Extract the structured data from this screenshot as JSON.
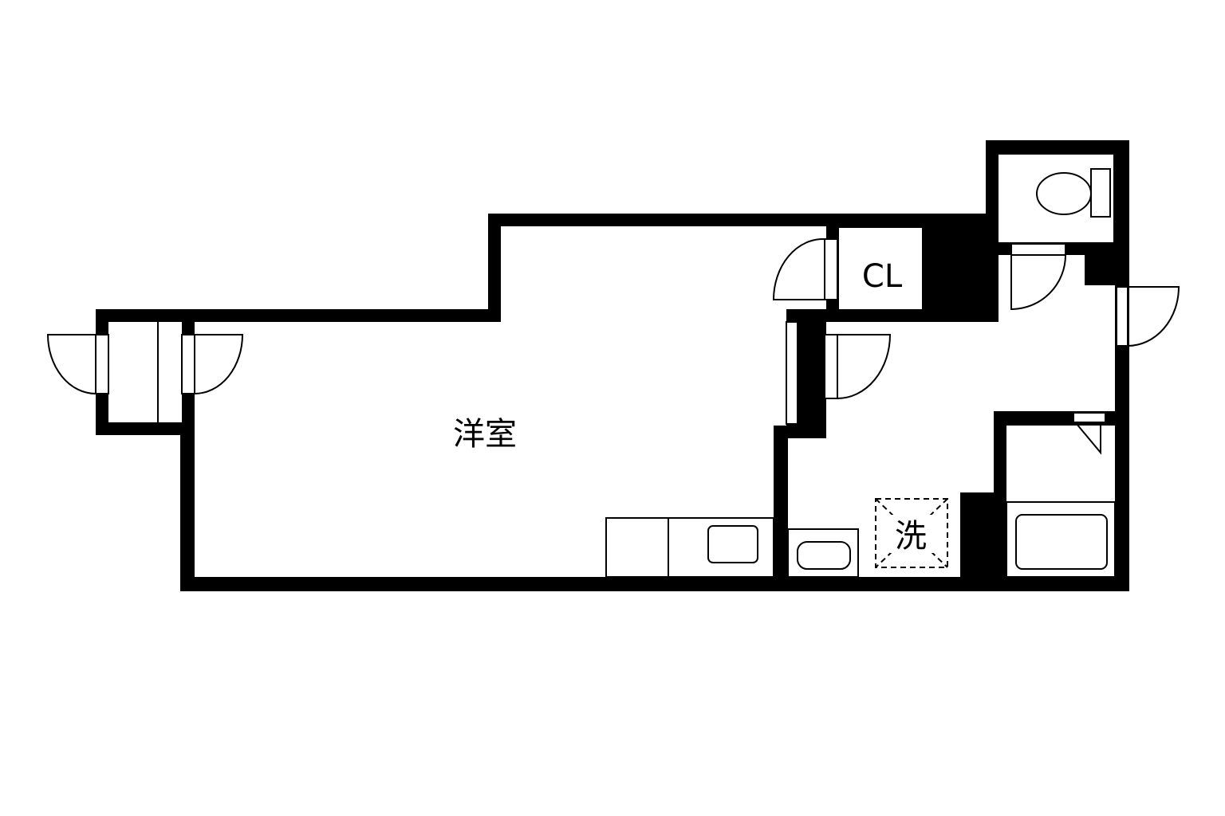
{
  "floor_plan": {
    "rooms": {
      "western_room": "洋室",
      "closet": "CL"
    },
    "fixtures": {
      "washer_space": "洗"
    },
    "colors": {
      "wall": "#000000",
      "background": "#ffffff"
    }
  }
}
